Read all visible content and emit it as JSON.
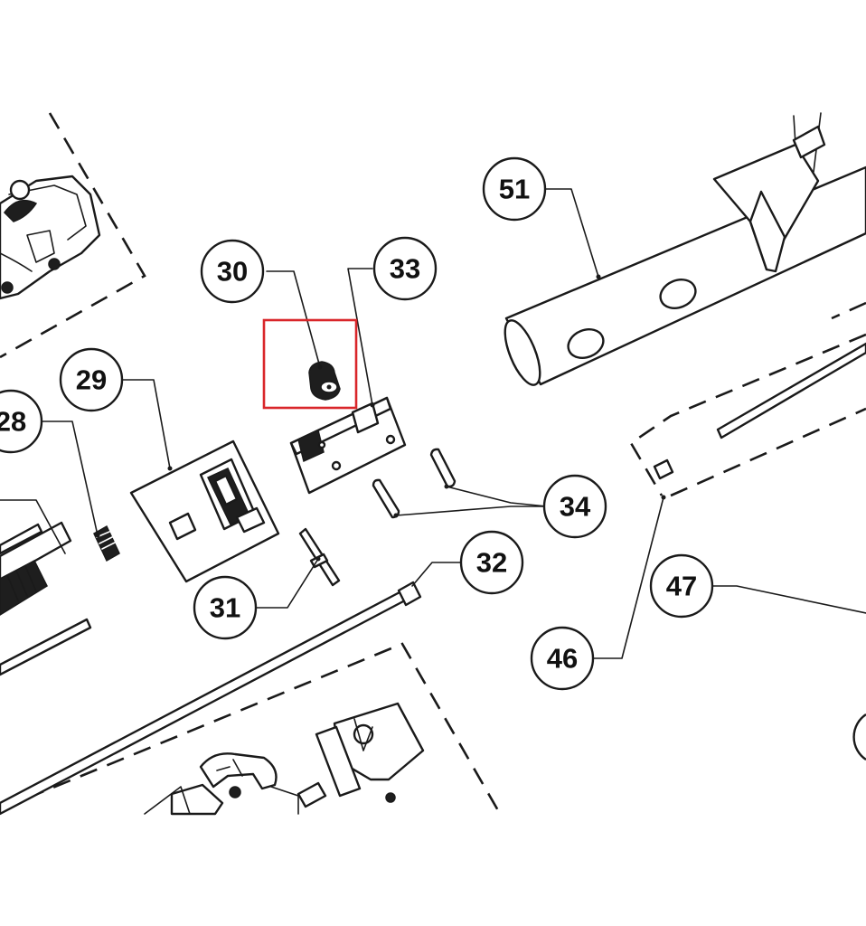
{
  "callouts": [
    {
      "id": "c28",
      "label": "28"
    },
    {
      "id": "c29",
      "label": "29"
    },
    {
      "id": "c30",
      "label": "30"
    },
    {
      "id": "c31",
      "label": "31"
    },
    {
      "id": "c32",
      "label": "32"
    },
    {
      "id": "c33",
      "label": "33"
    },
    {
      "id": "c34",
      "label": "34"
    },
    {
      "id": "c46",
      "label": "46"
    },
    {
      "id": "c47",
      "label": "47"
    },
    {
      "id": "c51",
      "label": "51"
    }
  ],
  "highlight": {
    "color": "#d9262a",
    "target": "30"
  }
}
